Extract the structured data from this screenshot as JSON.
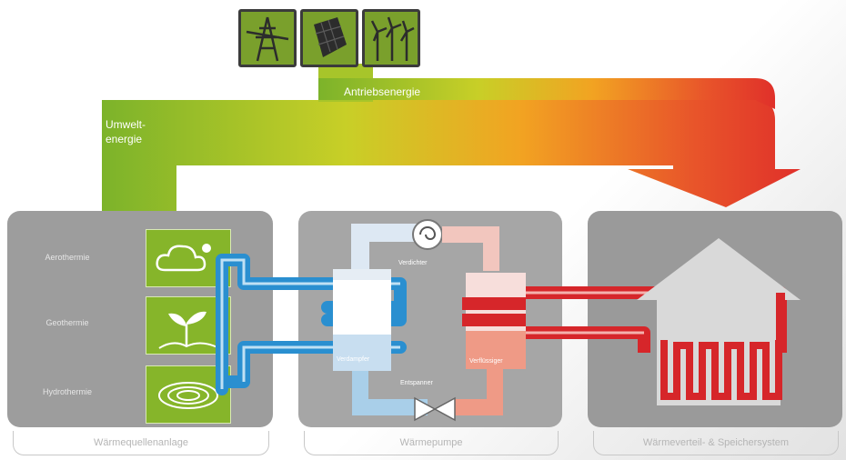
{
  "energy": {
    "drive": "Antriebsenergie",
    "environment_line1": "Umwelt-",
    "environment_line2": "energie"
  },
  "sources": {
    "air": "Aerothermie",
    "geo": "Geothermie",
    "hydro": "Hydrothermie"
  },
  "heat_pump": {
    "compressor": "Verdichter",
    "evaporator": "Verdampfer",
    "condenser": "Verflüssiger",
    "expansion": "Entspanner"
  },
  "captions": {
    "source_system": "Wärmequellenanlage",
    "heat_pump": "Wärmepumpe",
    "distribution": "Wärmeverteil- & Speichersystem"
  },
  "icons": [
    "power-line-icon",
    "solar-panel-icon",
    "wind-turbine-icon"
  ],
  "colors": {
    "green": "#86b52a",
    "yellow": "#d9c82a",
    "orange": "#f08a24",
    "red": "#e2322a",
    "blue_pipe": "#2a8fd0",
    "red_pipe": "#d6262a"
  }
}
